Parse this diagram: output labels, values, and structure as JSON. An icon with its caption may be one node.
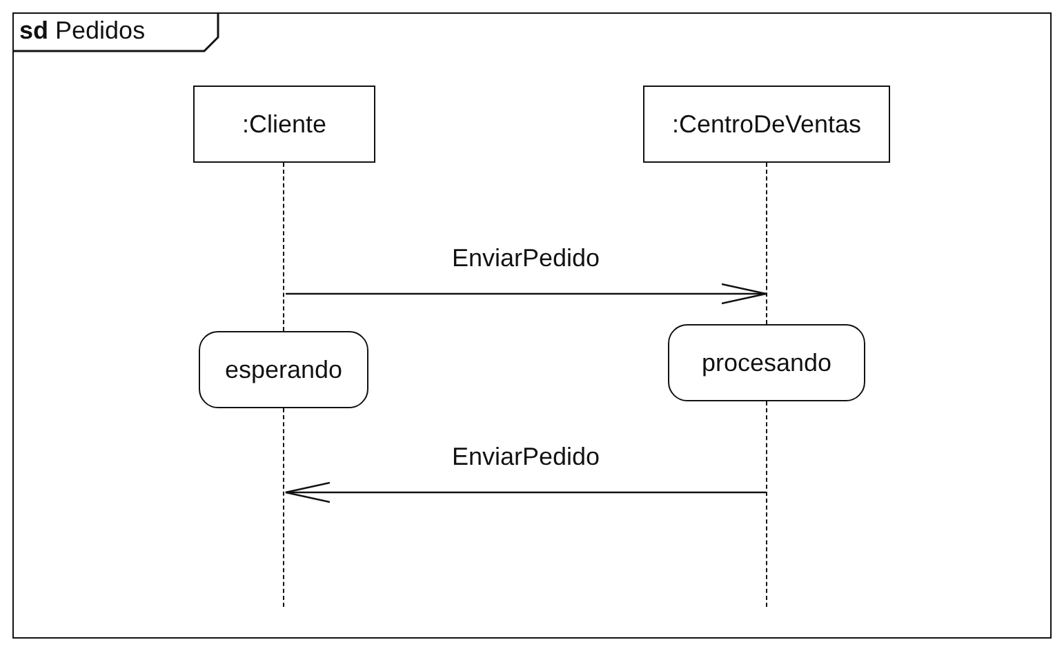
{
  "diagram": {
    "title": "**sd** Pedidos",
    "nodes": [
      {
        "text": [
          ":Cliente"
        ]
      },
      {
        "text": [
          ":CentroDeVentas"
        ]
      },
      {
        "text": [],
        "shape": "line"
      },
      {
        "text": [],
        "shape": "line"
      },
      {
        "text": [
          "esperando"
        ]
      },
      {
        "text": [
          "procesando"
        ]
      },
      {
        "text": [],
        "shape": "line"
      },
      {
        "text": [],
        "shape": "line"
      }
    ],
    "edges": [
      {
        "from": 2,
        "to": 3,
        "label": "EnviarPedido",
        "arrow": "to"
      },
      {
        "from": 7,
        "to": 6,
        "label": "EnviarPedido",
        "arrow": "to"
      }
    ]
  }
}
